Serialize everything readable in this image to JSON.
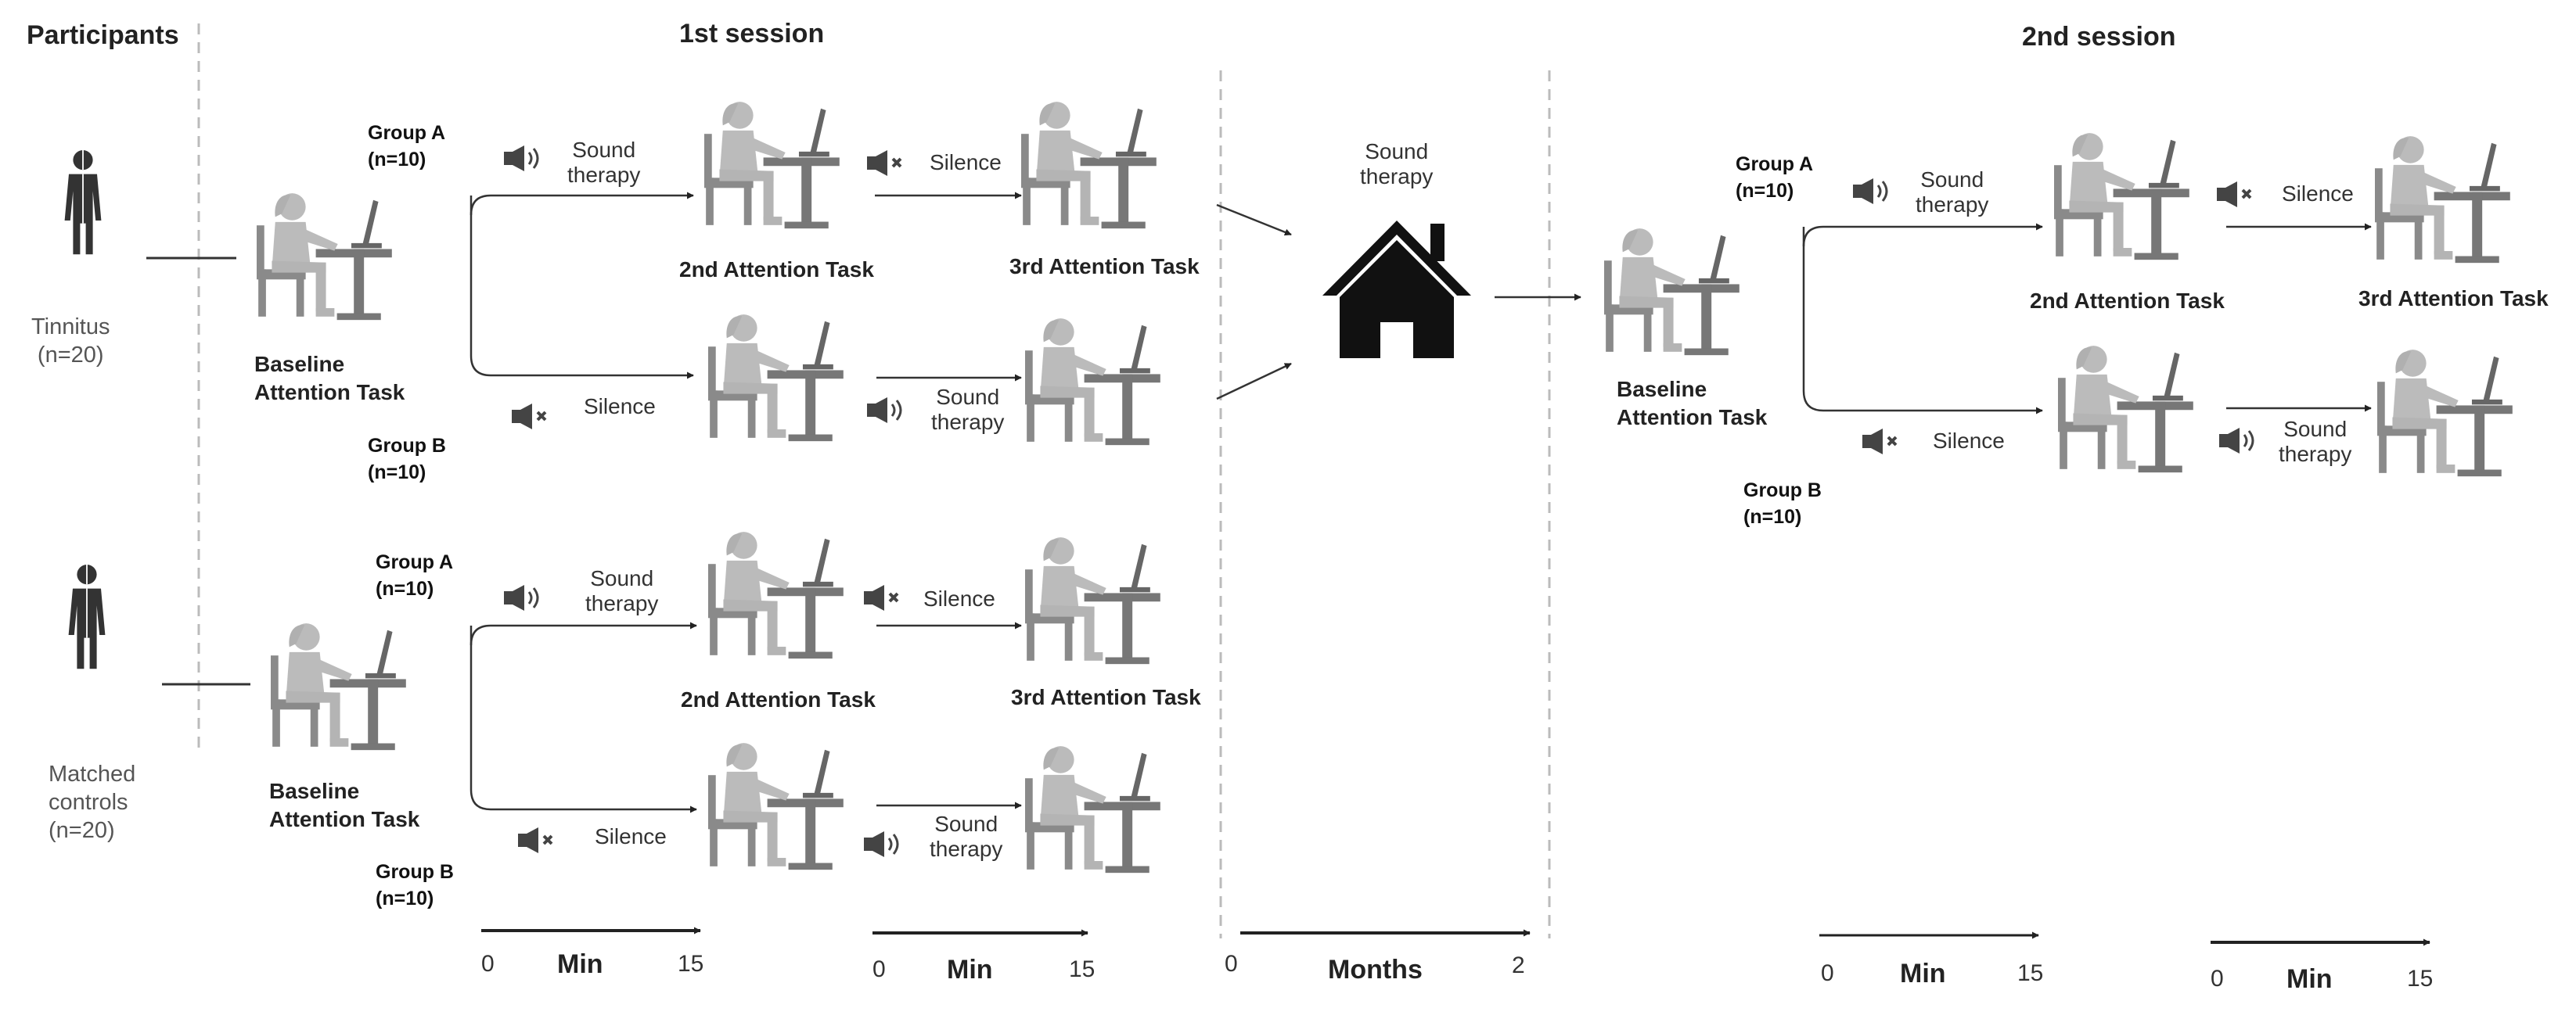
{
  "headers": {
    "participants": "Participants",
    "session1": "1st session",
    "session2": "2nd session"
  },
  "participants": {
    "tinnitus": [
      "Tinnitus",
      "(n=20)"
    ],
    "controls": [
      "Matched",
      "controls",
      "(n=20)"
    ]
  },
  "groups": {
    "a_label": "Group A",
    "a_n": "(n=10)",
    "b_label": "Group B",
    "b_n": "(n=10)"
  },
  "tasks": {
    "baseline": [
      "Baseline",
      "Attention Task"
    ],
    "second": "2nd Attention Task",
    "third": "3rd Attention Task"
  },
  "conditions": {
    "sound_therapy": [
      "Sound",
      "therapy"
    ],
    "silence": "Silence"
  },
  "home": {
    "label": [
      "Sound",
      "therapy"
    ]
  },
  "timelines": {
    "min_label": "Min",
    "months_label": "Months",
    "min_start": "0",
    "min_end": "15",
    "months_start": "0",
    "months_end": "2"
  },
  "icons": {
    "person": "person-icon",
    "workstation": "person-at-computer-icon",
    "speaker_on": "speaker-sound-icon",
    "speaker_muted": "speaker-muted-icon",
    "home": "house-icon"
  },
  "colors": {
    "figure_light": "#b8b8b8",
    "figure_dark": "#7a7a7a",
    "person": "#333333",
    "house": "#111111",
    "lines": "#222222",
    "divider": "#bbbbbb"
  }
}
